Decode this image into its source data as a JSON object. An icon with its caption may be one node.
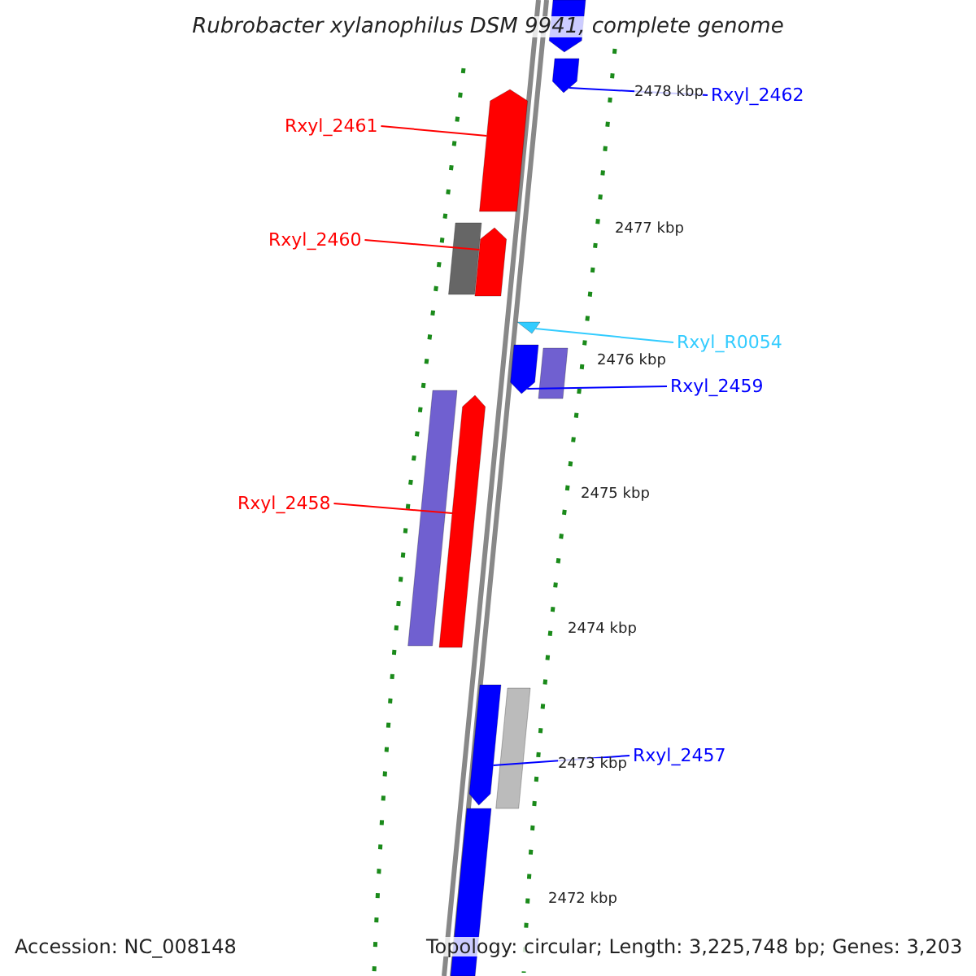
{
  "diagram": {
    "title": "Rubrobacter xylanophilus DSM 9941, complete genome",
    "nodes": [
      {
        "text": [],
        "shape": "bar"
      },
      {
        "text": [],
        "shape": "bar"
      },
      {
        "text": [
          "Rxyl_2462"
        ]
      },
      {
        "text": [
          "Rxyl_2461"
        ]
      },
      {
        "text": [],
        "shape": "bar"
      },
      {
        "text": [
          "Rxyl_2460"
        ]
      },
      {
        "text": [],
        "shape": "bar"
      },
      {
        "text": [],
        "shape": "bar"
      },
      {
        "text": [],
        "shape": "triangle"
      },
      {
        "text": [
          "Rxyl_R0054"
        ]
      },
      {
        "text": [],
        "shape": "bar"
      },
      {
        "text": [],
        "shape": "bar"
      },
      {
        "text": [
          "Rxyl_2459"
        ]
      },
      {
        "text": [],
        "shape": "bar"
      },
      {
        "text": [],
        "shape": "bar"
      },
      {
        "text": [
          "Rxyl_2458"
        ]
      },
      {
        "text": [],
        "shape": "bar"
      },
      {
        "text": [],
        "shape": "bar"
      },
      {
        "text": [
          "Rxyl_2457"
        ]
      },
      {
        "text": [],
        "shape": "bar"
      }
    ],
    "edges": [
      {
        "from": 2,
        "to": 1,
        "arrow": "none",
        "color": "#0000ff"
      },
      {
        "from": 3,
        "to": 4,
        "arrow": "none",
        "color": "#ff0000"
      },
      {
        "from": 5,
        "to": 7,
        "arrow": "none",
        "color": "#ff0000"
      },
      {
        "from": 9,
        "to": 8,
        "arrow": "none",
        "color": "#33ccff"
      },
      {
        "from": 12,
        "to": 10,
        "arrow": "none",
        "color": "#0000ff"
      },
      {
        "from": 15,
        "to": 14,
        "arrow": "none",
        "color": "#ff0000"
      },
      {
        "from": 18,
        "to": 16,
        "arrow": "none",
        "color": "#0000ff"
      }
    ],
    "labels": [
      "2478 kbp",
      "2477 kbp",
      "2476 kbp",
      "2475 kbp",
      "2474 kbp",
      "2473 kbp",
      "2472 kbp",
      "Accession: NC_008148",
      "Topology: circular; Length: 3,225,748 bp; Genes: 3,203"
    ]
  }
}
